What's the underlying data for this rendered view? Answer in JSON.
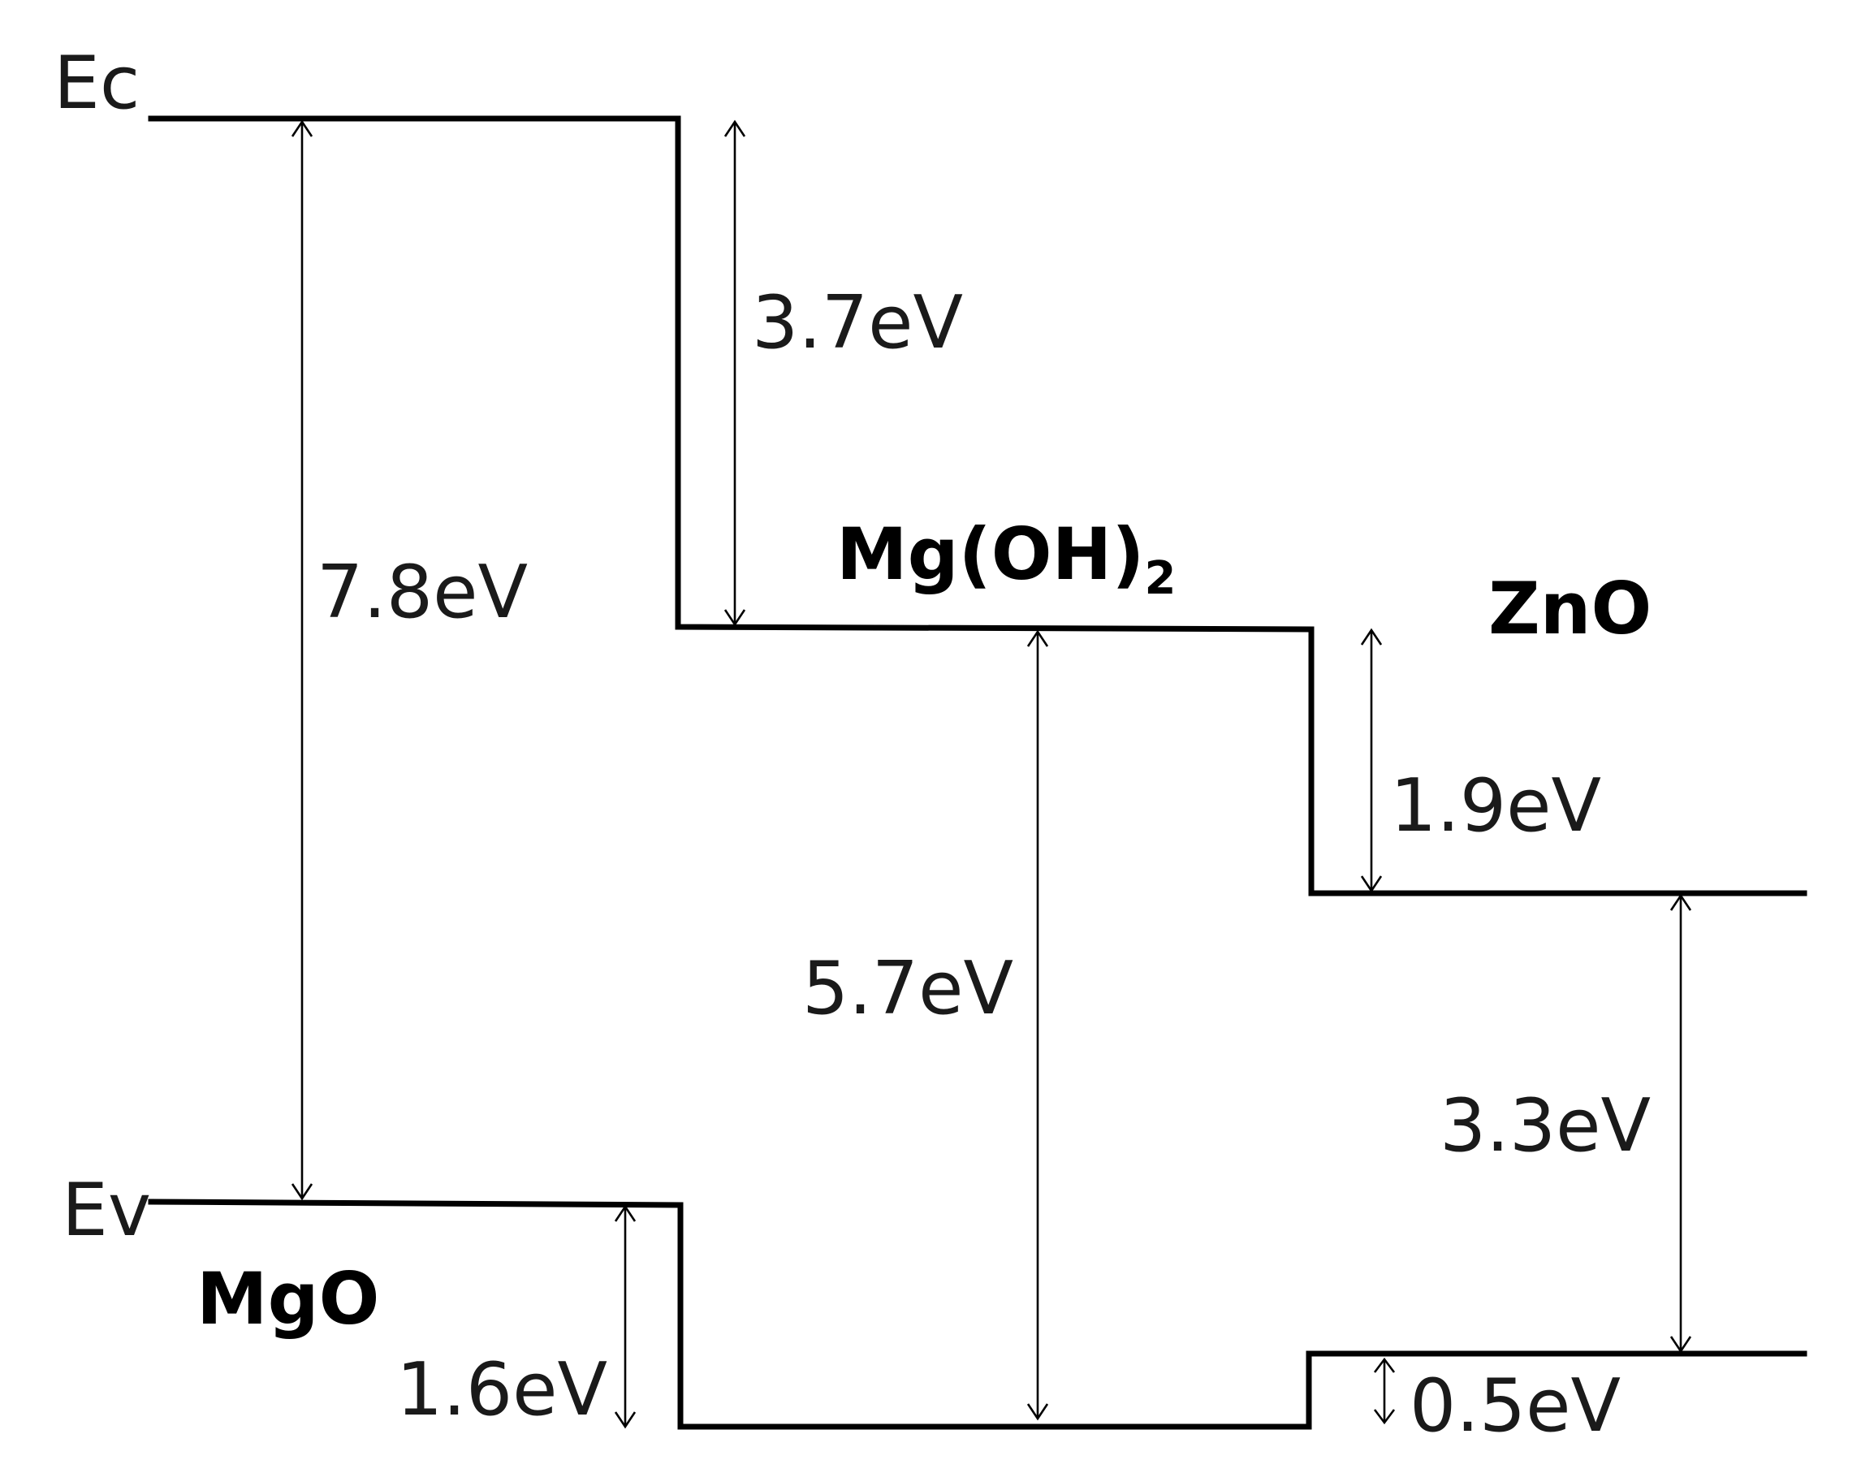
{
  "band_labels": {
    "conduction": "Ec",
    "valence": "Ev"
  },
  "materials": {
    "mgo": "MgO",
    "mgoh2_base": "Mg(OH)",
    "mgoh2_sub": "2",
    "zno": "ZnO"
  },
  "energies": {
    "mgo_gap": "7.8eV",
    "cb_offset_mgo_mgoh2": "3.7eV",
    "vb_offset_mgo_mgoh2": "1.6eV",
    "mgoh2_gap": "5.7eV",
    "cb_offset_mgoh2_zno": "1.9eV",
    "zno_gap": "3.3eV",
    "vb_offset_mgoh2_zno": "0.5eV"
  }
}
